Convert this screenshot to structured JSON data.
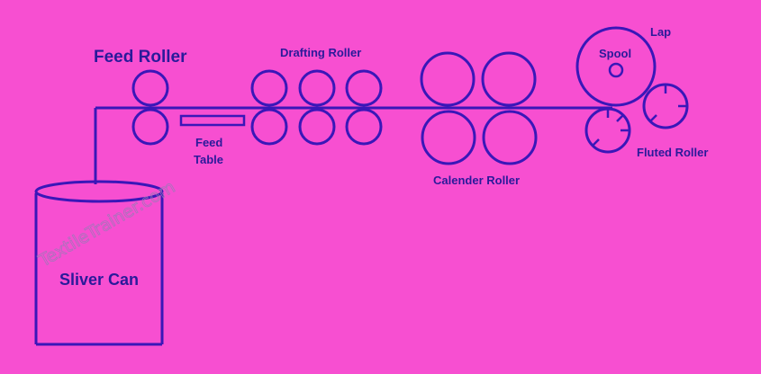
{
  "labels": {
    "feed_roller": "Feed Roller",
    "drafting_roller": "Drafting Roller",
    "feed_table_line1": "Feed",
    "feed_table_line2": "Table",
    "calender_roller": "Calender Roller",
    "spool": "Spool",
    "lap": "Lap",
    "fluted_roller": "Fluted Roller",
    "sliver_can": "Sliver Can"
  },
  "watermark": "TextileTrainer.com",
  "colors": {
    "background": "#f74fd1",
    "stroke": "#3a17b8",
    "text": "#2a1a9a"
  }
}
